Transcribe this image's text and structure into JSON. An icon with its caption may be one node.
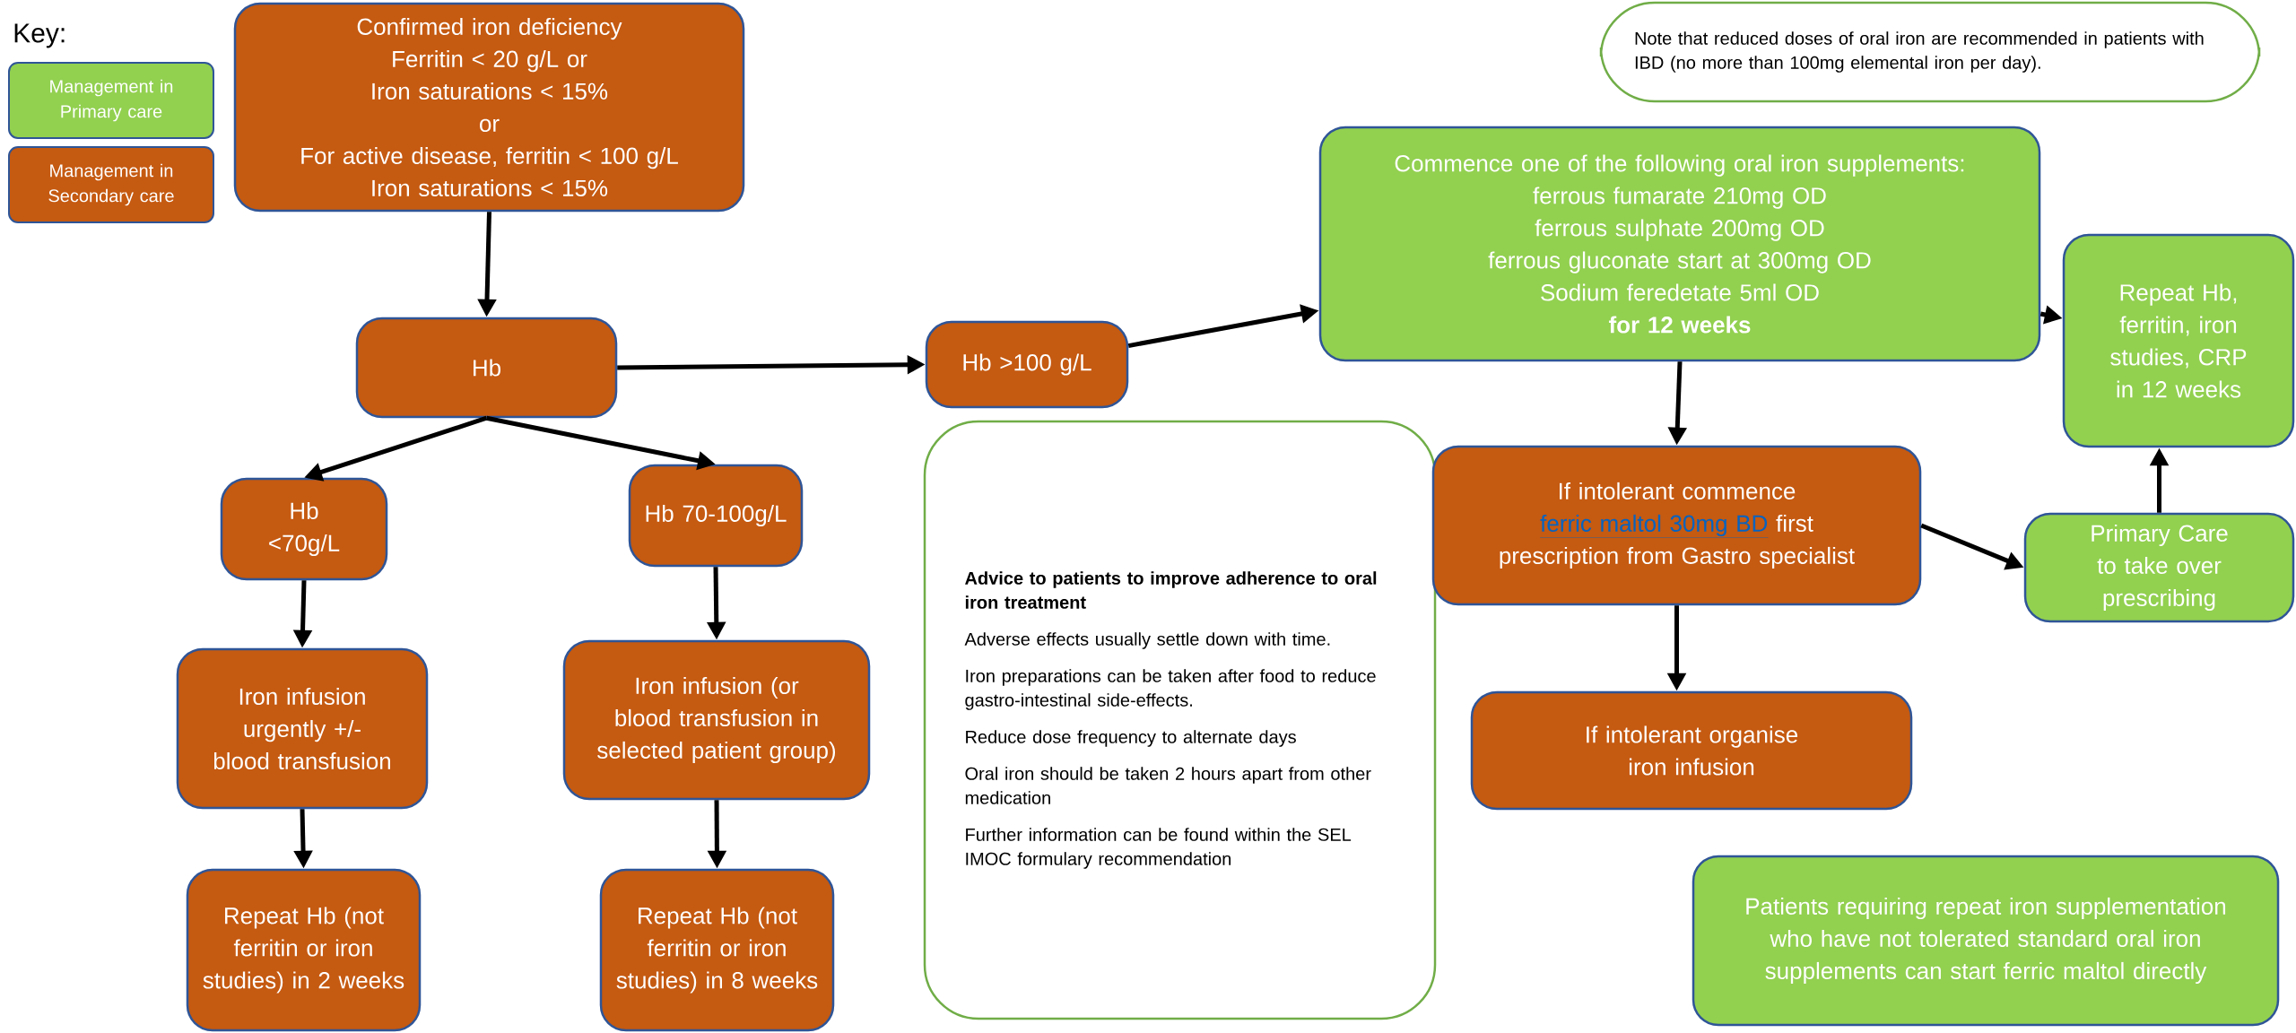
{
  "diagram": {
    "nodes": [
      {
        "text": [
          "Confirmed iron deficiency",
          "Ferritin < 20 g/L or",
          "Iron saturations < 15%",
          "or",
          "For active disease, ferritin < 100 g/L",
          "Iron saturations < 15%"
        ]
      },
      {
        "text": [
          "Hb"
        ]
      },
      {
        "text": [
          "Hb >100 g/L"
        ]
      },
      {
        "text": [
          "Hb <70g/L"
        ]
      },
      {
        "text": [
          "Hb 70-100g/L"
        ]
      },
      {
        "text": [
          "Iron infusion urgently +/- blood transfusion"
        ]
      },
      {
        "text": [
          "Iron infusion (or blood transfusion in selected patient group)"
        ]
      },
      {
        "text": [
          "Repeat Hb (not ferritin or iron studies) in 2 weeks"
        ]
      },
      {
        "text": [
          "Repeat Hb (not ferritin or iron studies) in 8 weeks"
        ]
      },
      {
        "text": [
          "Advice to patients to improve adherence to oral iron  treatment",
          "Adverse effects usually settle down with time.",
          "Iron preparations can be taken after food to reduce gastro-intestinal side-effects.",
          "Reduce dose frequency to alternate days",
          "Oral iron should be taken 2 hours apart from other medication",
          "Further information can be found within the SEL IMOC formulary recommendation"
        ]
      },
      {
        "text": [
          "Commence one of the following oral iron supplements:",
          "ferrous fumarate 210mg OD",
          "ferrous sulphate 200mg OD",
          "ferrous gluconate start at 300mg OD",
          "Sodium feredetate 5ml OD",
          "for 12 weeks"
        ]
      },
      {
        "text": [
          "Repeat Hb, ferritin, iron studies, CRP in 12 weeks"
        ]
      },
      {
        "text": [
          "If intolerant commence",
          "ferric maltol 30mg BD",
          "first prescription from Gastro specialist"
        ]
      },
      {
        "text": [
          "Primary Care to take over prescribing"
        ]
      },
      {
        "text": [
          "If intolerant organise iron infusion"
        ]
      },
      {
        "text": [
          "Patients requiring repeat iron supplementation who have not tolerated standard oral iron supplements can start ferric maltol directly"
        ]
      },
      {
        "text": [
          "Note that reduced doses of oral iron are recommended in patients with IBD (no more than 100mg elemental iron per day)."
        ]
      }
    ],
    "edges": [
      {
        "from": 0,
        "to": 1,
        "arrow": "to"
      },
      {
        "from": 1,
        "to": 2,
        "arrow": "to"
      },
      {
        "from": 2,
        "to": 10,
        "arrow": "to"
      },
      {
        "from": 1,
        "to": 3,
        "arrow": "to"
      },
      {
        "from": 1,
        "to": 4,
        "arrow": "to"
      },
      {
        "from": 3,
        "to": 5,
        "arrow": "to"
      },
      {
        "from": 4,
        "to": 6,
        "arrow": "to"
      },
      {
        "from": 5,
        "to": 7,
        "arrow": "to"
      },
      {
        "from": 6,
        "to": 8,
        "arrow": "to"
      },
      {
        "from": 10,
        "to": 11,
        "arrow": "to"
      },
      {
        "from": 10,
        "to": 12,
        "arrow": "to"
      },
      {
        "from": 12,
        "to": 13,
        "arrow": "to"
      },
      {
        "from": 13,
        "to": 11,
        "arrow": "to"
      },
      {
        "from": 12,
        "to": 14,
        "arrow": "to"
      }
    ],
    "labels": [
      "Key:"
    ],
    "legend": [
      {
        "text": "Management in Primary care",
        "color": "#92d050"
      },
      {
        "text": "Management in Secondary care",
        "color": "#c55a11"
      }
    ]
  }
}
